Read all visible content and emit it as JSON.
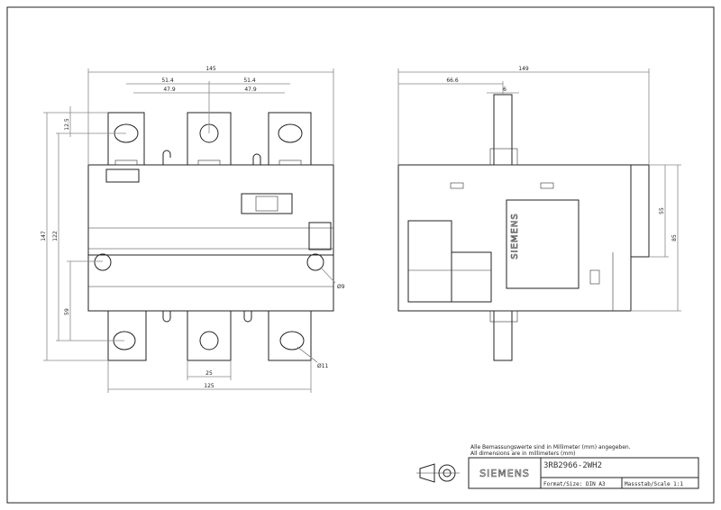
{
  "drawing": {
    "front_view": {
      "dimensions": {
        "overall_width": "145",
        "pitch_left": "51.4",
        "pitch_right": "51.4",
        "inner_left": "47.9",
        "inner_right": "47.9",
        "hole_offset": "12.5",
        "overall_height": "147",
        "hole_span": "122",
        "lower_height": "59",
        "mount_hole": "Ø9",
        "terminal_hole": "Ø11",
        "terminal_width": "25",
        "terminal_span": "125"
      }
    },
    "side_view": {
      "brand_label": "SIEMENS",
      "dimensions": {
        "overall_depth": "149",
        "shaft_offset": "66.6",
        "shaft_width": "6",
        "height_upper": "55",
        "height_total": "85"
      }
    }
  },
  "notes": [
    "Alle Bemassungswerte sind in Millimeter (mm) angegeben.",
    "All dimensions are in millimeters (mm)"
  ],
  "title_block": {
    "logo": "SIEMENS",
    "part_number": "3RB2966-2WH2",
    "format": "Format/Size: DIN A3",
    "scale": "Massstab/Scale 1:1"
  }
}
